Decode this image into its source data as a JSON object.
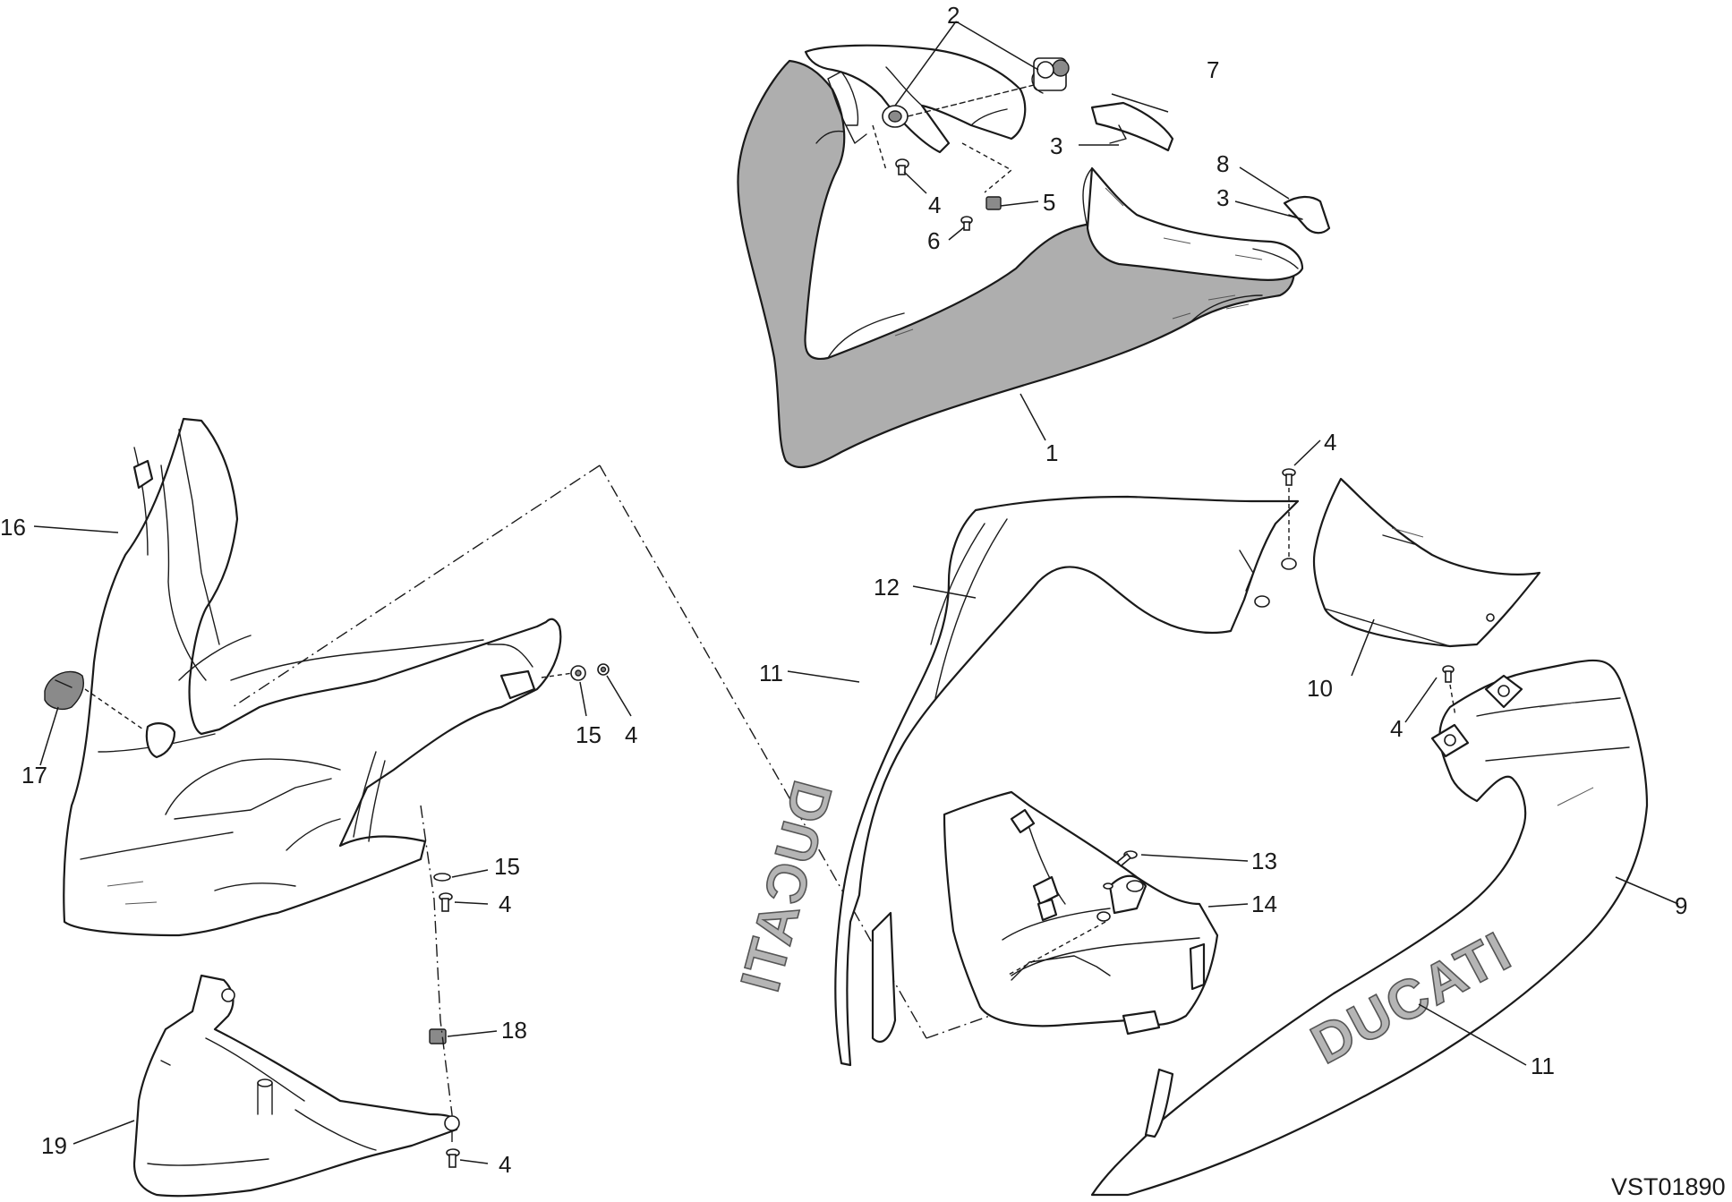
{
  "diagram": {
    "reference_code": "VST01890",
    "decal_text": "DUCATI",
    "callouts": {
      "c1": "1",
      "c2": "2",
      "c3a": "3",
      "c3b": "3",
      "c4a": "4",
      "c4b": "4",
      "c4c": "4",
      "c4d": "4",
      "c4e": "4",
      "c4f": "4",
      "c5": "5",
      "c6": "6",
      "c7": "7",
      "c8": "8",
      "c9": "9",
      "c10": "10",
      "c11a": "11",
      "c11b": "11",
      "c12": "12",
      "c13": "13",
      "c14": "14",
      "c15a": "15",
      "c15b": "15",
      "c16": "16",
      "c17": "17",
      "c18": "18",
      "c19": "19"
    }
  }
}
